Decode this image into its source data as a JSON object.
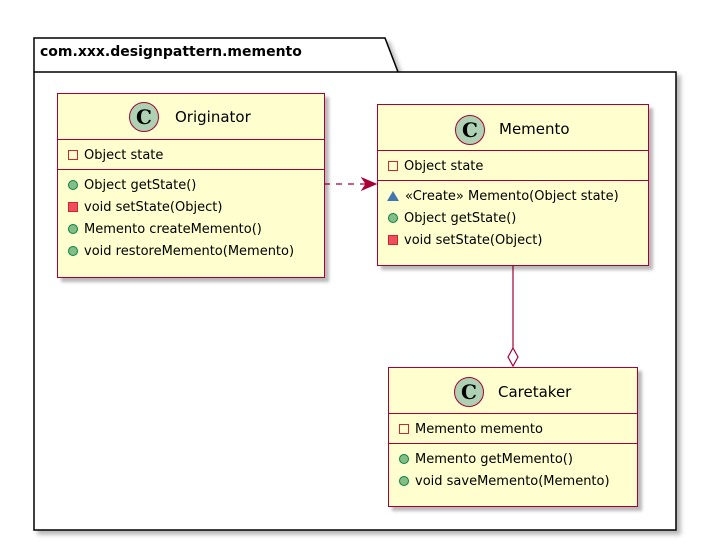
{
  "package": {
    "name": "com.xxx.designpattern.memento"
  },
  "classes": {
    "originator": {
      "stereotype_letter": "C",
      "name": "Originator",
      "fields": [
        {
          "visibility": "private",
          "text": "Object state"
        }
      ],
      "methods": [
        {
          "visibility": "public",
          "text": "Object getState()"
        },
        {
          "visibility": "private",
          "text": "void setState(Object)"
        },
        {
          "visibility": "public",
          "text": "Memento createMemento()"
        },
        {
          "visibility": "public",
          "text": "void restoreMemento(Memento)"
        }
      ]
    },
    "memento": {
      "stereotype_letter": "C",
      "name": "Memento",
      "fields": [
        {
          "visibility": "private",
          "text": "Object state"
        }
      ],
      "methods": [
        {
          "visibility": "package",
          "text": "«Create» Memento(Object state)"
        },
        {
          "visibility": "public",
          "text": "Object getState()"
        },
        {
          "visibility": "private",
          "text": "void setState(Object)"
        }
      ]
    },
    "caretaker": {
      "stereotype_letter": "C",
      "name": "Caretaker",
      "fields": [
        {
          "visibility": "private",
          "text": "Memento memento"
        }
      ],
      "methods": [
        {
          "visibility": "public",
          "text": "Memento getMemento()"
        },
        {
          "visibility": "public",
          "text": "void saveMemento(Memento)"
        }
      ]
    }
  },
  "relations": [
    {
      "from": "originator",
      "to": "memento",
      "type": "dependency",
      "style": "dashed-arrow"
    },
    {
      "from": "memento",
      "to": "caretaker",
      "type": "aggregation",
      "style": "solid-hollow-diamond"
    }
  ],
  "colors": {
    "class_fill": "#FEFECE",
    "class_border": "#A80036",
    "class_icon_fill": "#ADD1B2",
    "public_method": "#84BE84",
    "private_method": "#F24D5C",
    "private_field": "#C82930",
    "package_method": "#4177AF"
  }
}
